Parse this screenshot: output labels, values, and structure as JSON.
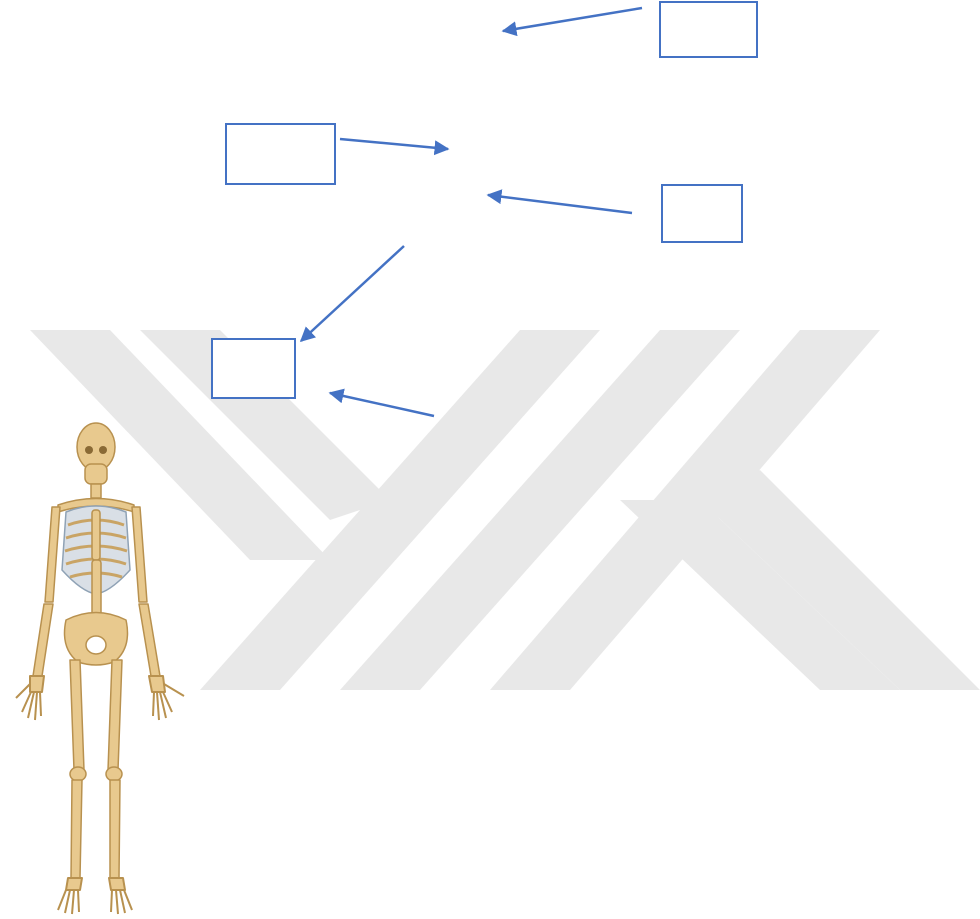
{
  "diagram": {
    "colors": {
      "arrow": "#4472c4",
      "box_border": "#4472c4",
      "watermark": "#e6e6e6",
      "bone": "#e8c98e",
      "bone_shadow": "#c9a465",
      "rib_cartilage": "#b8c7d6"
    },
    "label_boxes": [
      {
        "id": "box-1",
        "text": ""
      },
      {
        "id": "box-2",
        "text": ""
      },
      {
        "id": "box-3",
        "text": ""
      },
      {
        "id": "box-4",
        "text": ""
      }
    ],
    "watermark": "logo-watermark",
    "illustration": "human-skeleton"
  }
}
